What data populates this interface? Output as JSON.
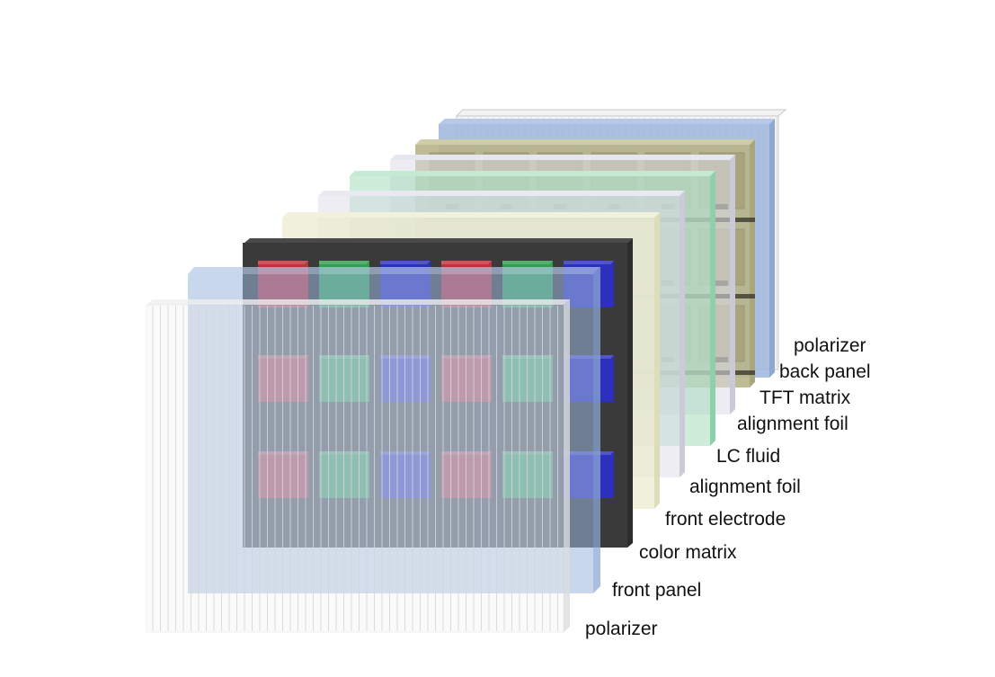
{
  "labels": {
    "back_polarizer": "polarizer",
    "back_panel": "back panel",
    "tft_matrix": "TFT matrix",
    "back_alignment_foil": "alignment foil",
    "lc_fluid": "LC fluid",
    "front_alignment_foil": "alignment foil",
    "front_electrode": "front electrode",
    "color_matrix": "color matrix",
    "front_panel": "front panel",
    "front_polarizer": "polarizer"
  },
  "colors": {
    "polarizer": "#e6e6e6",
    "glass_panel": "#9db6dd",
    "tft_matrix": "#b8b48a",
    "alignment_foil": "#d8d8e6",
    "lc_fluid": "#a6dcbc",
    "front_electrode": "#ecebcf",
    "color_matrix_frame": "#3a3a3a",
    "red_subpixel": "#d2343c",
    "green_subpixel": "#2fb352",
    "blue_subpixel": "#2c2fd3"
  },
  "color_matrix": {
    "rows": 3,
    "pattern": [
      "red",
      "green",
      "blue",
      "red",
      "green",
      "blue"
    ]
  }
}
